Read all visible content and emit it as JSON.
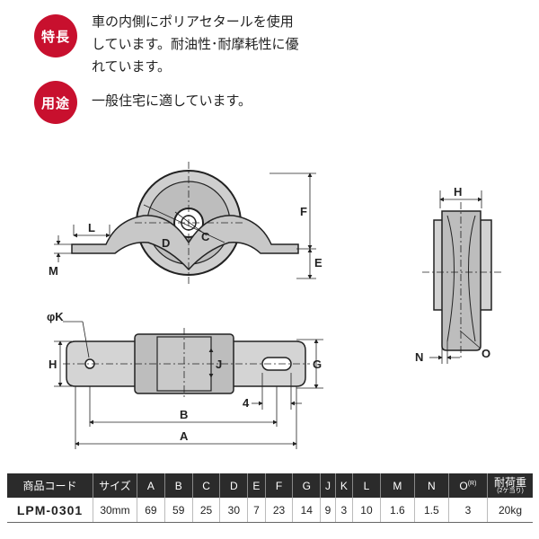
{
  "features": {
    "badge": "特長",
    "lines": [
      "車の内側にポリアセタールを使用",
      "しています。耐油性･耐摩耗性に優",
      "れています。"
    ]
  },
  "usage": {
    "badge": "用途",
    "text": "一般住宅に適しています。"
  },
  "diagram_labels": {
    "L": "L",
    "D": "D",
    "C": "C",
    "F": "F",
    "E": "E",
    "M": "M",
    "K": "φK",
    "H": "H",
    "J": "J",
    "G": "G",
    "four": "4",
    "B": "B",
    "A": "A",
    "H_side": "H",
    "N": "N",
    "O": "O"
  },
  "table": {
    "headers": [
      "商品コード",
      "サイズ",
      "A",
      "B",
      "C",
      "D",
      "E",
      "F",
      "G",
      "J",
      "K",
      "L",
      "M",
      "N",
      "O",
      "耐荷重"
    ],
    "o_sup": "(R)",
    "load_sub": "(2ケ当り)",
    "row": [
      "LPM-0301",
      "30mm",
      "69",
      "59",
      "25",
      "30",
      "7",
      "23",
      "14",
      "9",
      "3",
      "10",
      "1.6",
      "1.5",
      "3",
      "20kg"
    ]
  }
}
